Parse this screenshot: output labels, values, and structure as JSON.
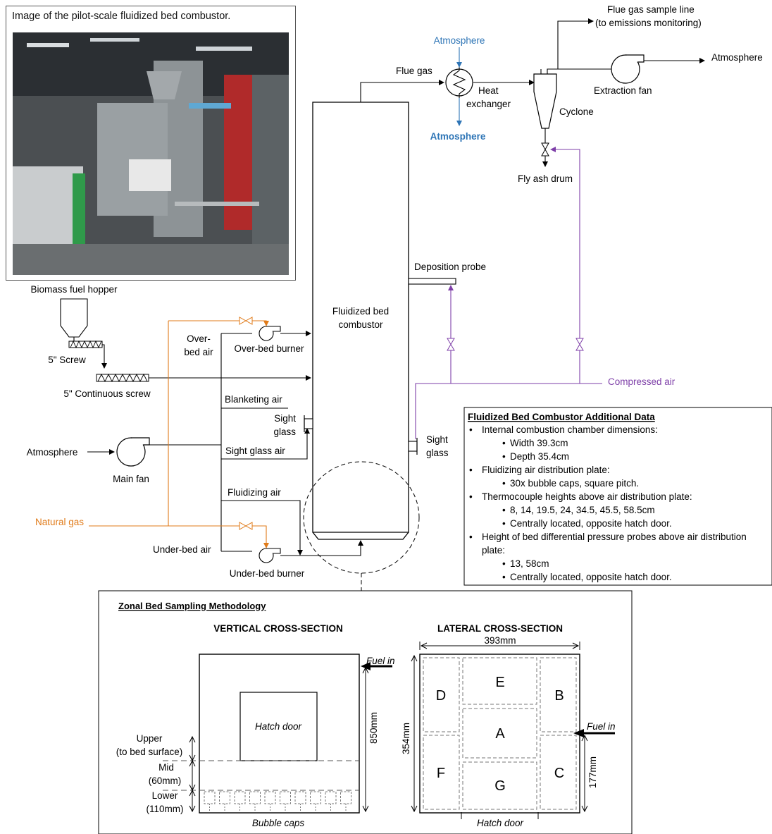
{
  "photo": {
    "caption": "Image of the pilot-scale fluidized bed combustor."
  },
  "flow": {
    "flue_gas_sample_line_1": "Flue gas sample line",
    "flue_gas_sample_line_2": "(to emissions monitoring)",
    "atmosphere_top_right": "Atmosphere",
    "atmosphere_blue_top": "Atmosphere",
    "atmosphere_blue_bottom": "Atmosphere",
    "flue_gas": "Flue gas",
    "heat_exchanger_1": "Heat",
    "heat_exchanger_2": "exchanger",
    "extraction_fan": "Extraction fan",
    "cyclone": "Cyclone",
    "fly_ash_drum": "Fly ash drum",
    "deposition_probe": "Deposition probe",
    "fbc_1": "Fluidized bed",
    "fbc_2": "combustor",
    "compressed_air": "Compressed air",
    "biomass_fuel_hopper": "Biomass fuel hopper",
    "screw_5": "5\" Screw",
    "continuous_screw": "5\" Continuous screw",
    "over_bed_air_1": "Over-",
    "over_bed_air_2": "bed air",
    "over_bed_burner": "Over-bed burner",
    "blanketing_air": "Blanketing air",
    "sight_glass_left_1": "Sight",
    "sight_glass_left_2": "glass",
    "sight_glass_right_1": "Sight",
    "sight_glass_right_2": "glass",
    "atmosphere_left": "Atmosphere",
    "sight_glass_air": "Sight glass air",
    "main_fan": "Main fan",
    "fluidizing_air": "Fluidizing air",
    "natural_gas": "Natural gas",
    "under_bed_air": "Under-bed air",
    "under_bed_burner": "Under-bed burner"
  },
  "additional_data": {
    "title": "Fluidized Bed Combustor Additional Data",
    "items": [
      "Internal combustion chamber dimensions:",
      "Width 39.3cm",
      "Depth 35.4cm",
      "Fluidizing air distribution plate:",
      "30x bubble caps, square pitch.",
      "Thermocouple heights above air distribution plate:",
      "8, 14, 19.5, 24, 34.5, 45.5, 58.5cm",
      "Centrally located, opposite hatch door.",
      "Height of bed differential pressure probes above air distribution",
      "plate:",
      "13, 58cm",
      "Centrally located, opposite hatch door."
    ]
  },
  "zonal": {
    "title": "Zonal Bed Sampling Methodology",
    "vertical_title": "VERTICAL CROSS-SECTION",
    "lateral_title": "LATERAL CROSS-SECTION",
    "fuel_in_vertical": "Fuel in",
    "fuel_in_lateral": "Fuel in",
    "hatch_door_label": "Hatch door",
    "upper_1": "Upper",
    "upper_2": "(to bed surface)",
    "mid_1": "Mid",
    "mid_2": "(60mm)",
    "lower_1": "Lower",
    "lower_2": "(110mm)",
    "dim_850": "850mm",
    "dim_393": "393mm",
    "dim_354": "354mm",
    "dim_177": "177mm",
    "bubble_caps": "Bubble caps",
    "hatch_door_bottom": "Hatch door",
    "zones": {
      "A": "A",
      "B": "B",
      "C": "C",
      "D": "D",
      "E": "E",
      "F": "F",
      "G": "G"
    }
  },
  "colors": {
    "line": "#000000",
    "natural_gas": "#e07b1a",
    "compressed_air": "#7e3fa8",
    "atmosphere_blue": "#2e75b6"
  }
}
